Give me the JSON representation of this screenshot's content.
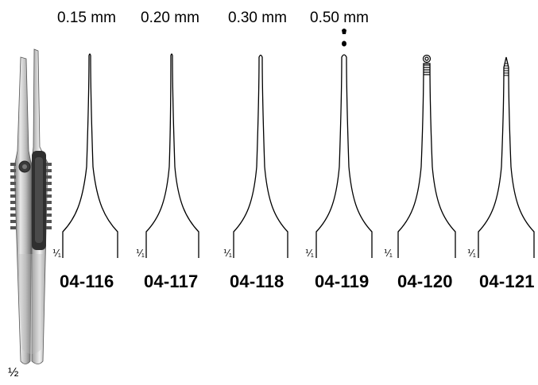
{
  "tip_sizes": [
    "0.15 mm",
    "0.20 mm",
    "0.30 mm",
    "0.50 mm"
  ],
  "models": [
    {
      "code": "04-116",
      "tip": "fine"
    },
    {
      "code": "04-117",
      "tip": "fine"
    },
    {
      "code": "04-118",
      "tip": "fine"
    },
    {
      "code": "04-119",
      "tip": "blunt"
    },
    {
      "code": "04-120",
      "tip": "ring"
    },
    {
      "code": "04-121",
      "tip": "serrated"
    }
  ],
  "scale_full": "⅟₁",
  "scale_half": "½",
  "colors": {
    "outline": "#000000",
    "metal_dark": "#3a3a3a",
    "metal_light": "#d9d9d9"
  }
}
